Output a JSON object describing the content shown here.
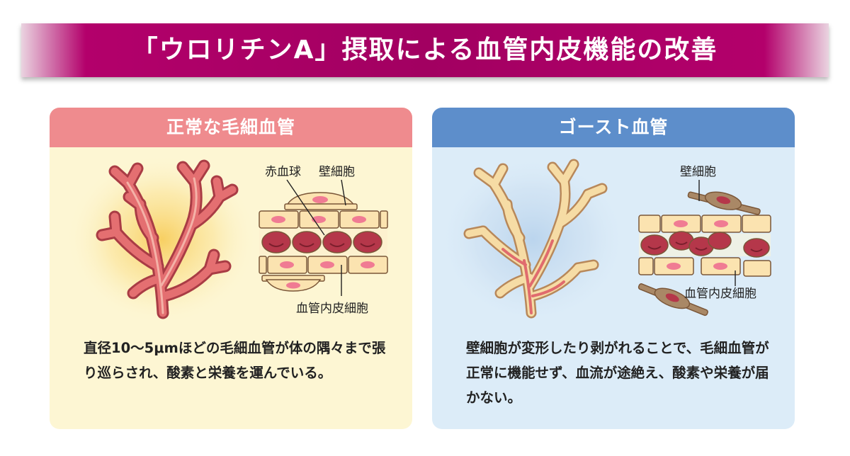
{
  "banner": {
    "title": "「ウロリチンA」摂取による血管内皮機能の改善"
  },
  "panels": {
    "normal": {
      "heading": "正常な毛細血管",
      "labels": {
        "red_blood_cell": "赤血球",
        "pericyte": "壁細胞",
        "endothelial": "血管内皮細胞"
      },
      "description": "直径10〜5μmほどの毛細血管が体の隅々まで張り巡らされ、酸素と栄養を運んでいる。"
    },
    "ghost": {
      "heading": "ゴースト血管",
      "labels": {
        "pericyte": "壁細胞",
        "endothelial": "血管内皮細胞"
      },
      "description": "壁細胞が変形したり剥がれることで、毛細血管が正常に機能せず、血流が途絶え、酸素や栄養が届かない。"
    }
  },
  "colors": {
    "banner": "#a20061",
    "normal_header": "#ef8b8e",
    "ghost_header": "#5d8ecb",
    "normal_bg": "#fdf6d3",
    "ghost_bg": "#dcecf8",
    "vessel": "#e06b6e",
    "cell_fill": "#fbe3b0",
    "rbc": "#b5374a",
    "pericyte_ghost": "#a98866"
  }
}
